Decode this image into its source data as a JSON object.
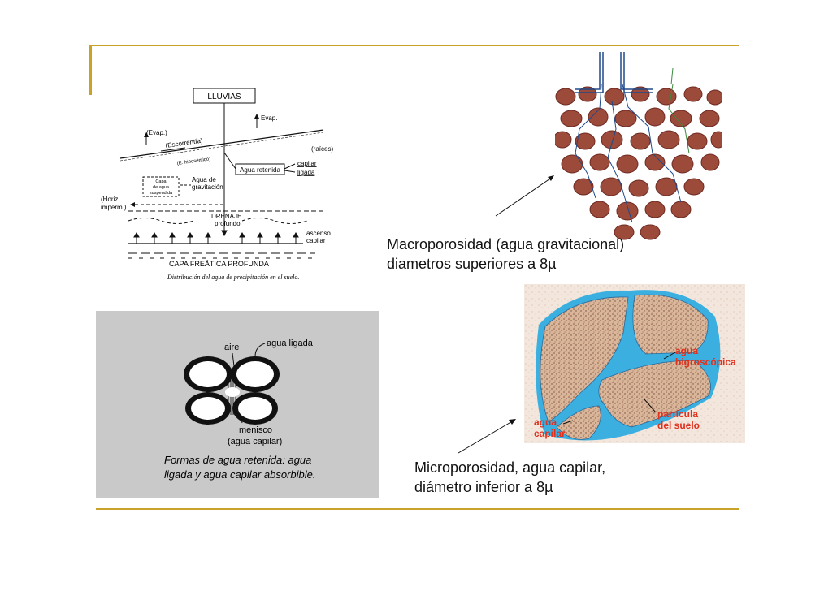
{
  "colors": {
    "frame": "#c9a227",
    "grey_panel": "#c9c9c9",
    "water_blue": "#3bb0e0",
    "particle_brown": "#9c4a3a",
    "red_label": "#e0301e"
  },
  "captions": {
    "macro_line1": "Macroporosidad (agua gravitacional)",
    "macro_line2": "diametros superiores a 8µ",
    "micro_line1": "Microporosidad, agua capilar,",
    "micro_line2": "diámetro inferior a 8µ"
  },
  "soil_diagram": {
    "lluvias": "LLUVIAS",
    "evap_right": "Evap.",
    "evap_left": "(Evap.)",
    "escorrentia": "(Escorrentía)",
    "hiposemico": "(E. hiposémico)",
    "raices": "(raíces)",
    "agua_retenida": "Agua retenida",
    "capilar": "capilar",
    "ligada": "ligada",
    "capa_agua_1": "Capa",
    "capa_agua_2": "de agua",
    "capa_agua_3": "suspendida",
    "agua_gravitacion_1": "Agua de",
    "agua_gravitacion_2": "gravitación",
    "horiz_1": "(Horiz.",
    "horiz_2": "imperm.)",
    "drenaje_1": "DRENAJE",
    "drenaje_2": "profundo",
    "ascenso_1": "ascenso",
    "ascenso_2": "capilar",
    "capa_freatica": "CAPA FREÁTICA PROFUNDA",
    "caption": "Distribución del agua de precipitación en el suelo."
  },
  "retained_water": {
    "aire": "aire",
    "agua_ligada": "agua ligada",
    "menisco": "menisco",
    "agua_capilar": "(agua capilar)",
    "caption_line1": "Formas de agua retenida: agua",
    "caption_line2": "ligada y agua capilar absorbible."
  },
  "micro_diagram": {
    "agua_higroscopica_1": "agua",
    "agua_higroscopica_2": "higroscópica",
    "particula_1": "partícula",
    "particula_2": "del suelo",
    "agua_capilar_1": "agua",
    "agua_capilar_2": "capilar"
  }
}
